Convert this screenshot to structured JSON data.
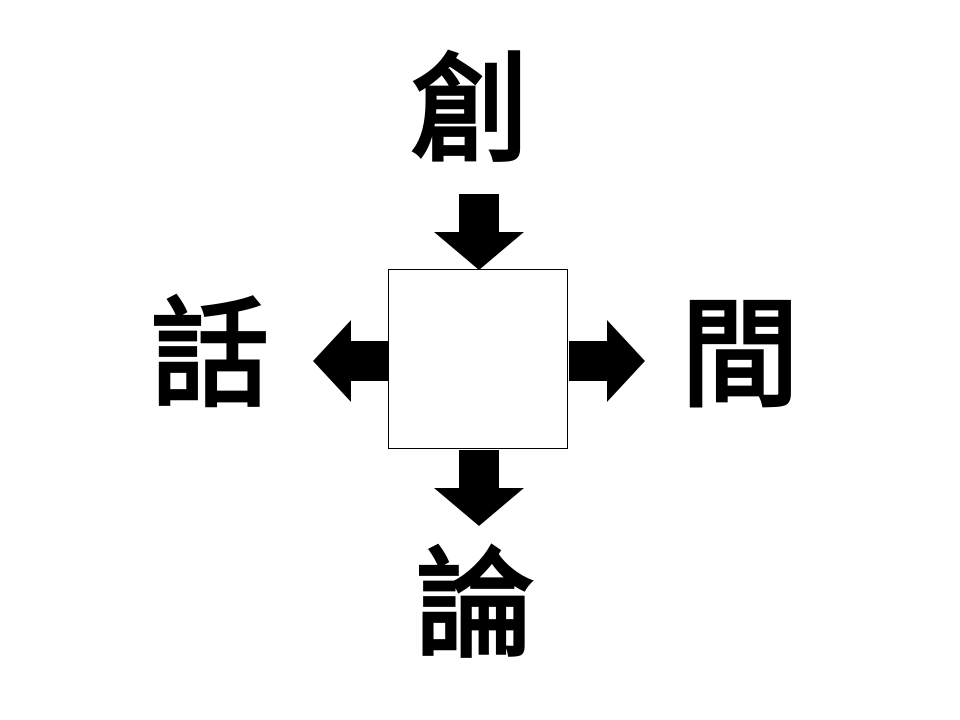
{
  "puzzle": {
    "top_char": "創",
    "left_char": "話",
    "right_char": "間",
    "bottom_char": "論",
    "answer_box_value": ""
  },
  "colors": {
    "background": "#ffffff",
    "ink": "#000000"
  },
  "icons": {
    "arrow_into_box": "arrow-down-icon",
    "arrow_out_left": "arrow-left-icon",
    "arrow_out_right": "arrow-right-icon",
    "arrow_out_bottom": "arrow-down-icon"
  }
}
